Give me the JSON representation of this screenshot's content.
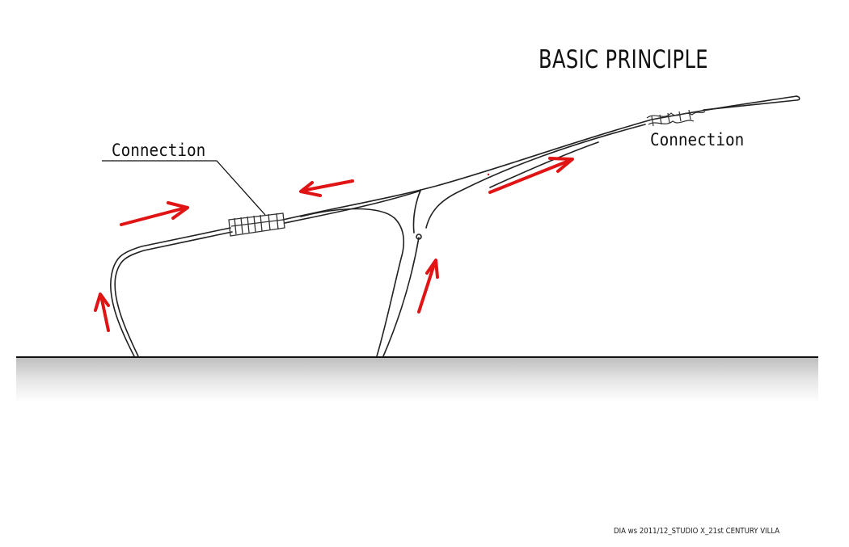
{
  "title": "BASIC PRINCIPLE",
  "labels": {
    "connection_left": "Connection",
    "connection_right": "Connection"
  },
  "footer": "DIA ws 2011/12_STUDIO X_21st CENTURY VILLA",
  "colors": {
    "arrow": "#e01414",
    "line": "#222222",
    "ground_shadow_top": "#c8c8c8"
  }
}
